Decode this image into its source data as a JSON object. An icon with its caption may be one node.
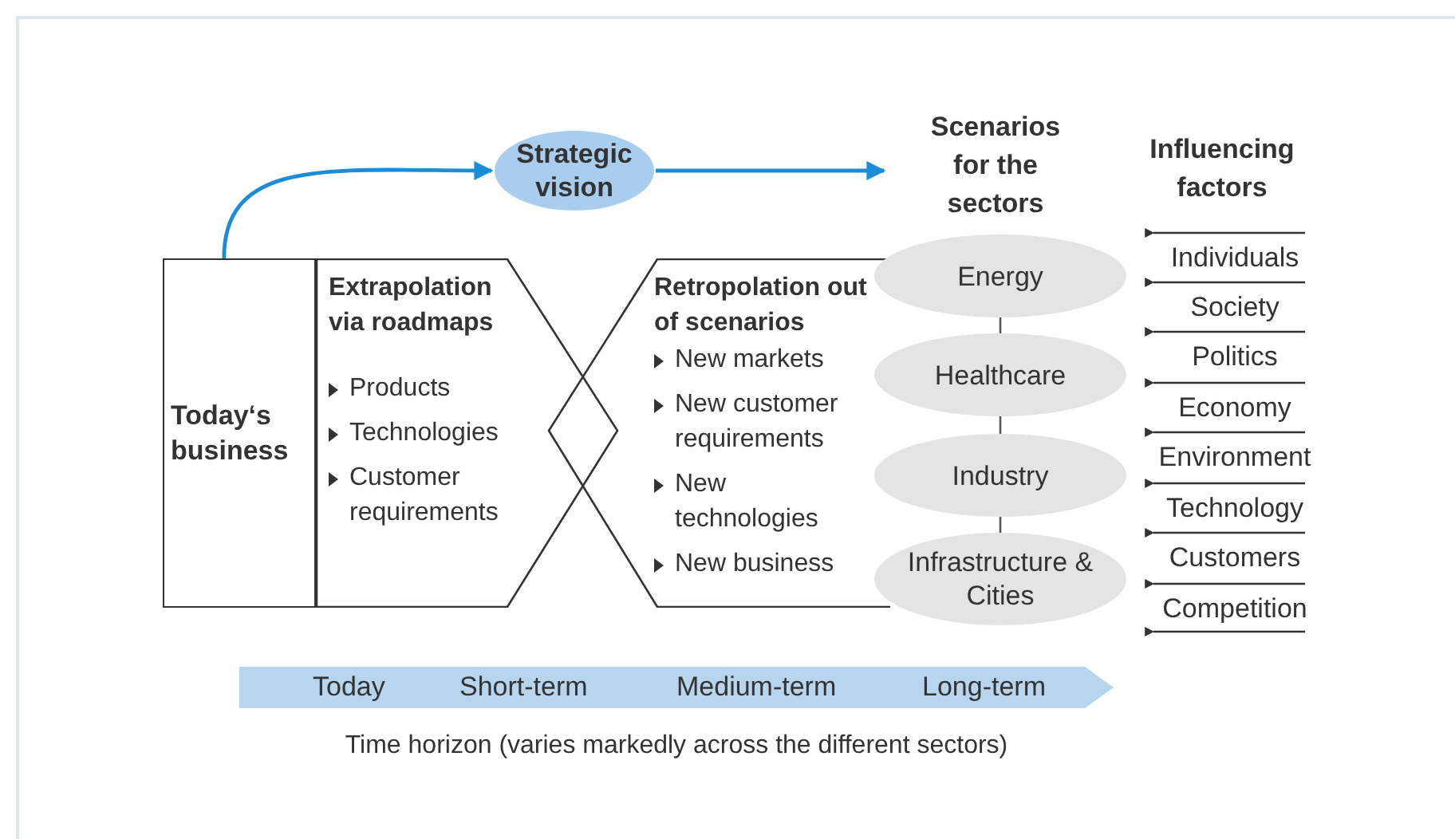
{
  "diagram": {
    "caption": "Time horizon (varies markedly across the different sectors)",
    "nodes": [
      {
        "text": [
          "Today‘s business"
        ]
      },
      {
        "text": [
          "Extrapolation via roadmaps",
          "Products",
          "Technologies",
          "Customer requirements"
        ]
      },
      {
        "text": [
          "Strategic vision"
        ]
      },
      {
        "text": [
          "Retropolation out of scenarios",
          "New markets",
          "New customer requirements",
          "New technologies",
          "New business"
        ]
      },
      {
        "text": [
          "Scenarios for the sectors"
        ]
      },
      {
        "text": [
          "Energy"
        ]
      },
      {
        "text": [
          "Healthcare"
        ]
      },
      {
        "text": [
          "Industry"
        ]
      },
      {
        "text": [
          "Infrastructure & Cities"
        ]
      },
      {
        "text": [
          "Today",
          "Short-term",
          "Medium-term",
          "Long-term"
        ]
      }
    ],
    "edges": [
      {
        "from": 0,
        "to": 2,
        "arrow": "to",
        "color": "#1a8cd8"
      },
      {
        "from": 2,
        "to": 4,
        "arrow": "to",
        "color": "#1a8cd8"
      },
      {
        "from": 5,
        "to": 6,
        "arrow": "none"
      },
      {
        "from": 6,
        "to": 7,
        "arrow": "none"
      },
      {
        "from": 7,
        "to": 8,
        "arrow": "none"
      }
    ],
    "labels": [
      "Influencing factors",
      "Individuals",
      "Society",
      "Politics",
      "Economy",
      "Environment",
      "Technology",
      "Customers",
      "Competition"
    ]
  }
}
